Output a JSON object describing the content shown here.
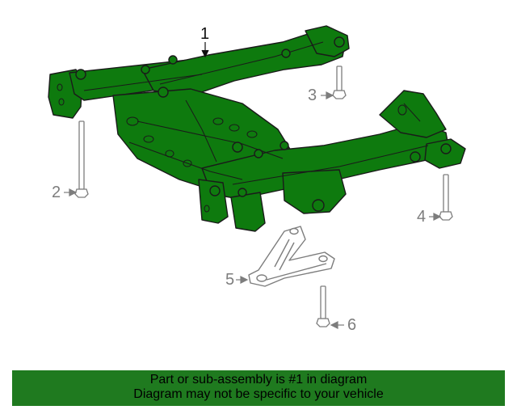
{
  "callouts": {
    "c1": "1",
    "c2": "2",
    "c3": "3",
    "c4": "4",
    "c5": "5",
    "c6": "6"
  },
  "banner": {
    "line1": "Part or sub-assembly is #1 in diagram",
    "line2": "Diagram may not be specific to your vehicle",
    "color": "#1f7a1f"
  },
  "colors": {
    "part_fill": "#0e7a0e",
    "outline": "#1a1a1a",
    "hardware": "#8a8a8a"
  }
}
